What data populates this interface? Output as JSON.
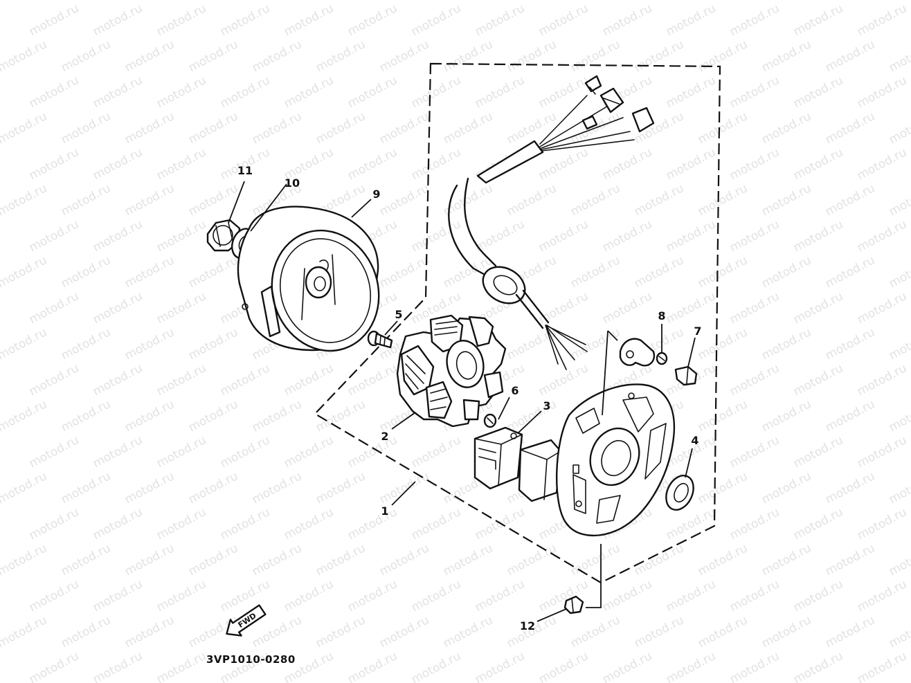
{
  "watermark": "motod.ru",
  "diagram_code": "3VP1010-0280",
  "direction_arrow": "FWD",
  "callouts": [
    {
      "id": "c1",
      "label": "1"
    },
    {
      "id": "c2",
      "label": "2"
    },
    {
      "id": "c3",
      "label": "3"
    },
    {
      "id": "c4",
      "label": "4"
    },
    {
      "id": "c5",
      "label": "5"
    },
    {
      "id": "c6",
      "label": "6"
    },
    {
      "id": "c7",
      "label": "7"
    },
    {
      "id": "c8",
      "label": "8"
    },
    {
      "id": "c9",
      "label": "9"
    },
    {
      "id": "c10",
      "label": "10"
    },
    {
      "id": "c11",
      "label": "11"
    },
    {
      "id": "c12",
      "label": "12"
    }
  ]
}
